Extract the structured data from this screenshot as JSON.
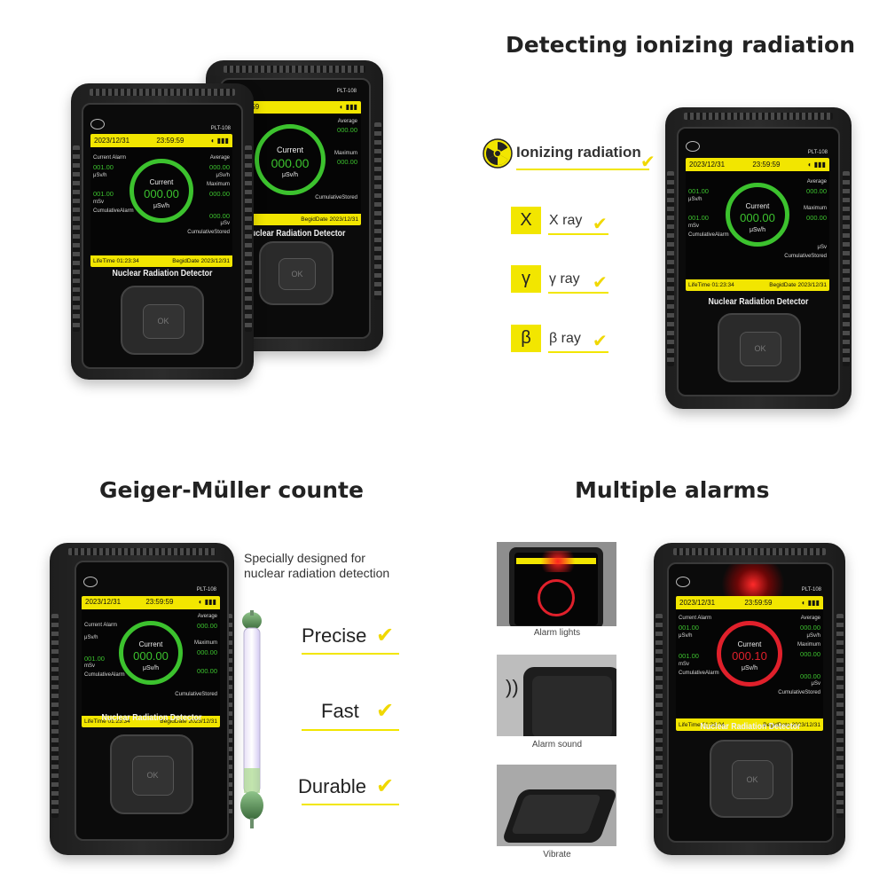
{
  "headings": {
    "detecting": "Detecting ionizing radiation",
    "geiger": "Geiger-Müller counte",
    "alarms": "Multiple alarms"
  },
  "device": {
    "model": "PLT-108",
    "date": "2023/12/31",
    "time": "23:59:59",
    "current_label": "Current",
    "current_value": "000.00",
    "current_unit": "μSv/h",
    "alarm_value": "000.10",
    "current_alarm_label": "Current Alarm",
    "current_alarm_value": "001.00",
    "current_alarm_unit": "μSv/h",
    "cum_alarm_value": "001.00",
    "cum_alarm_unit": "mSv",
    "cum_alarm_label": "CumulativeAlarm",
    "average_label": "Average",
    "average_value": "000.00",
    "average_unit": "μSv/h",
    "maximum_label": "Maximum",
    "maximum_value": "000.00",
    "maximum_unit": "μSv/h",
    "stored_value": "000.00",
    "stored_unit": "μSv",
    "stored_label": "CumulativeStored",
    "lifetime": "LifeTime 01:23:34",
    "begin_date": "BegidDate 2023/12/31",
    "name": "Nuclear Radiation Detector",
    "ok": "OK"
  },
  "radiation": {
    "title": "Ionizing radiation",
    "items": [
      {
        "symbol": "X",
        "label": "X ray"
      },
      {
        "symbol": "γ",
        "label": "γ ray"
      },
      {
        "symbol": "β",
        "label": "β ray"
      }
    ]
  },
  "geiger_section": {
    "caption_line1": "Specially designed for",
    "caption_line2": "nuclear radiation detection",
    "features": [
      "Precise",
      "Fast",
      "Durable"
    ]
  },
  "alarm_section": {
    "thumbs": [
      "Alarm lights",
      "Alarm sound",
      "Vibrate"
    ]
  },
  "colors": {
    "accent_yellow": "#f2e600",
    "ring_green": "#3cc22e",
    "ring_red": "#e0202b",
    "check": "#f0d800"
  },
  "icons": [
    "radiation-icon",
    "check-icon",
    "sound-wave-icon"
  ]
}
